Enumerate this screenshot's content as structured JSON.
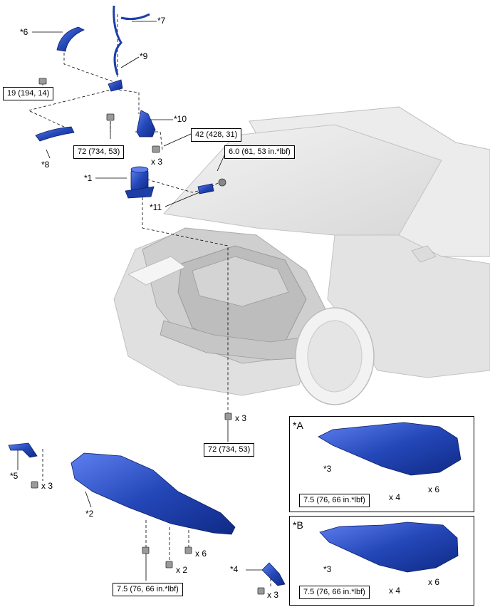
{
  "labels": {
    "part_6": "*6",
    "part_7": "*7",
    "part_9": "*9",
    "part_10": "*10",
    "part_8": "*8",
    "part_1": "*1",
    "part_11": "*11",
    "part_5": "*5",
    "part_2": "*2",
    "part_4": "*4",
    "part_3a": "*3",
    "part_3b": "*3",
    "panel_a": "*A",
    "panel_b": "*B"
  },
  "torques": {
    "t19": "19 (194, 14)",
    "t72_top": "72 (734, 53)",
    "t42": "42 (428, 31)",
    "t6": "6.0 (61, 53 in.*lbf)",
    "t72_bottom": "72 (734, 53)",
    "t75_main": "7.5 (76, 66 in.*lbf)",
    "t75_a": "7.5 (76, 66 in.*lbf)",
    "t75_b": "7.5 (76, 66 in.*lbf)"
  },
  "quantities": {
    "q_bolt42": "x 3",
    "q_bolt72": "x 3",
    "q_part5": "x 3",
    "q_part2_a": "x 2",
    "q_part2_b": "x 6",
    "q_part4": "x 3",
    "q_panelA_a": "x 4",
    "q_panelA_b": "x 6",
    "q_panelB_a": "x 4",
    "q_panelB_b": "x 6"
  },
  "colors": {
    "part_blue": "#1d3fa8",
    "part_blue_light": "#4a6ae0",
    "car_gray": "#e6e6e6",
    "line": "#000000"
  }
}
